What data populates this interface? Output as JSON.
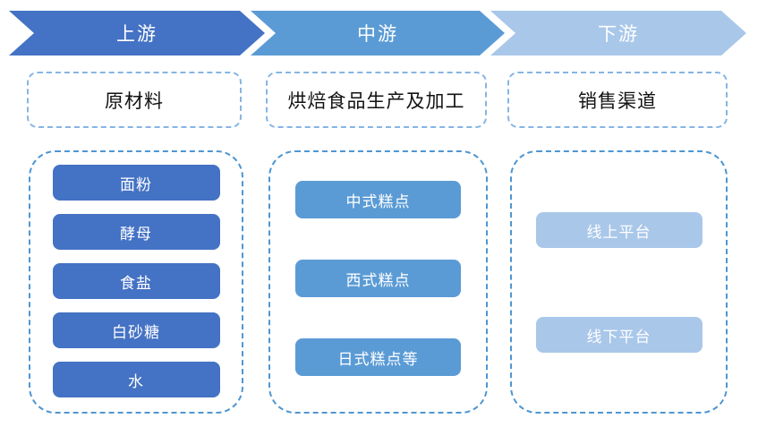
{
  "colors": {
    "header_dash": "#85B5E4",
    "container_dash": "#4E96D2",
    "upstream": "#4472C4",
    "midstream": "#5B9BD5",
    "downstream": "#A9C7E9",
    "arrow_text": "#ffffff",
    "header_text": "#121212",
    "chip_text": "#ffffff",
    "background": "#ffffff"
  },
  "stages": [
    {
      "name": "upstream",
      "arrow_label": "上游",
      "arrow_color": "#4472C4",
      "header": "原材料",
      "box_color": "#4472C4",
      "items": [
        "面粉",
        "酵母",
        "食盐",
        "白砂糖",
        "水"
      ]
    },
    {
      "name": "midstream",
      "arrow_label": "中游",
      "arrow_color": "#5B9BD5",
      "header": "烘焙食品生产及加工",
      "box_color": "#5B9BD5",
      "items": [
        "中式糕点",
        "西式糕点",
        "日式糕点等"
      ]
    },
    {
      "name": "downstream",
      "arrow_label": "下游",
      "arrow_color": "#A9C7E9",
      "header": "销售渠道",
      "box_color": "#A9C7E9",
      "items": [
        "线上平台",
        "线下平台"
      ]
    }
  ]
}
